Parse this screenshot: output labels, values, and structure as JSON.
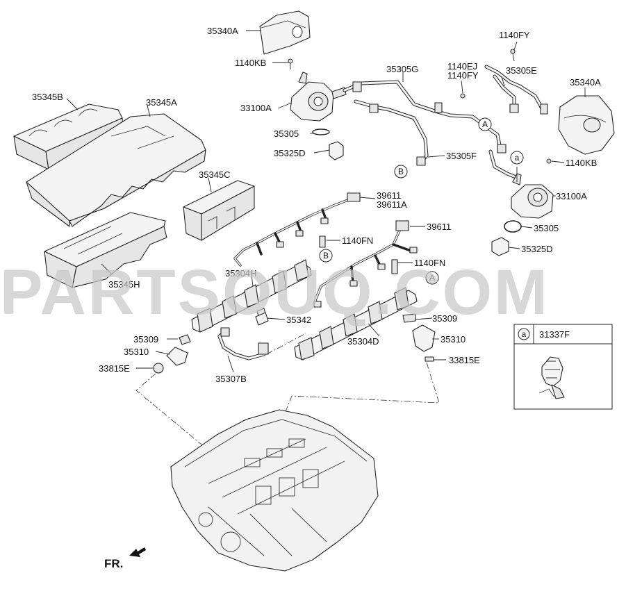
{
  "watermark": "PARTSOUQ.COM",
  "direction_label": "FR.",
  "callouts": {
    "a": "a",
    "A": "A",
    "B": "B"
  },
  "legend_box": {
    "ref": "a",
    "part_number": "31337F"
  },
  "part_labels": [
    "35340A",
    "1140KB",
    "33100A",
    "35305",
    "35325D",
    "35305G",
    "1140EJ",
    "1140FY",
    "1140FY",
    "35305E",
    "35340A",
    "35345B",
    "35345A",
    "35345C",
    "35305F",
    "1140KB",
    "33100A",
    "35305",
    "35325D",
    "39611",
    "39611A",
    "39611",
    "1140FN",
    "1140FN",
    "35304H",
    "35304D",
    "35342",
    "35309",
    "35309",
    "35310",
    "35310",
    "33815E",
    "33815E",
    "35307B",
    "35345H"
  ]
}
